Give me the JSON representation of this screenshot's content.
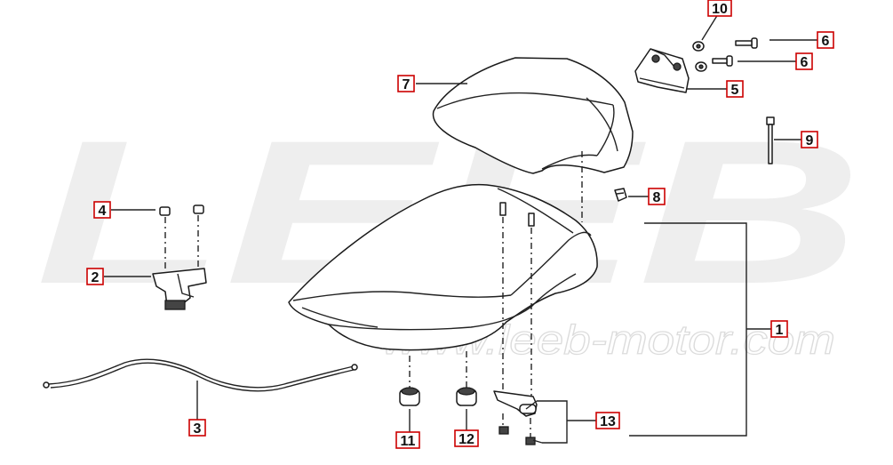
{
  "watermark": {
    "logo": "LEEB",
    "url": "www.leeb-motor.com"
  },
  "callouts": [
    {
      "id": "callout-1",
      "label": "1"
    },
    {
      "id": "callout-2",
      "label": "2"
    },
    {
      "id": "callout-3",
      "label": "3"
    },
    {
      "id": "callout-4",
      "label": "4"
    },
    {
      "id": "callout-5",
      "label": "5"
    },
    {
      "id": "callout-6a",
      "label": "6"
    },
    {
      "id": "callout-6b",
      "label": "6"
    },
    {
      "id": "callout-7",
      "label": "7"
    },
    {
      "id": "callout-8",
      "label": "8"
    },
    {
      "id": "callout-9",
      "label": "9"
    },
    {
      "id": "callout-10",
      "label": "10"
    },
    {
      "id": "callout-11",
      "label": "11"
    },
    {
      "id": "callout-12",
      "label": "12"
    },
    {
      "id": "callout-13",
      "label": "13"
    }
  ],
  "colors": {
    "callout_border": "#cc0000",
    "line": "#222222",
    "watermark": "#eeeeee"
  }
}
